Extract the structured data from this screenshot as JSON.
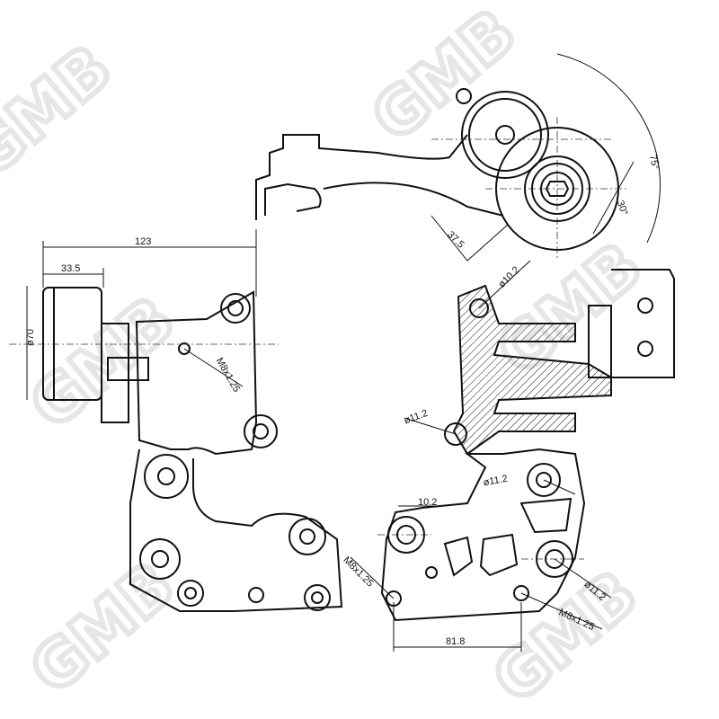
{
  "watermark": "GMB",
  "dimensions": {
    "overall_width": "123",
    "pulley_offset": "33.5",
    "pulley_diameter": "ø70",
    "thread_left": "M8x1.25",
    "swing_angle": "75°",
    "arm_angle": "30°",
    "arm_length": "37.5",
    "hole_top": "ø10.2",
    "hole_mid": "ø11.2",
    "hole_lower": "ø11.2",
    "hole_width": "10.2",
    "thread_bottom_left": "M8x1.25",
    "hole_bottom_right": "ø11.2",
    "thread_bottom_right": "M8x1.25",
    "base_span": "81.8"
  },
  "colors": {
    "line": "#111111",
    "watermark": "#e6e6e6"
  }
}
